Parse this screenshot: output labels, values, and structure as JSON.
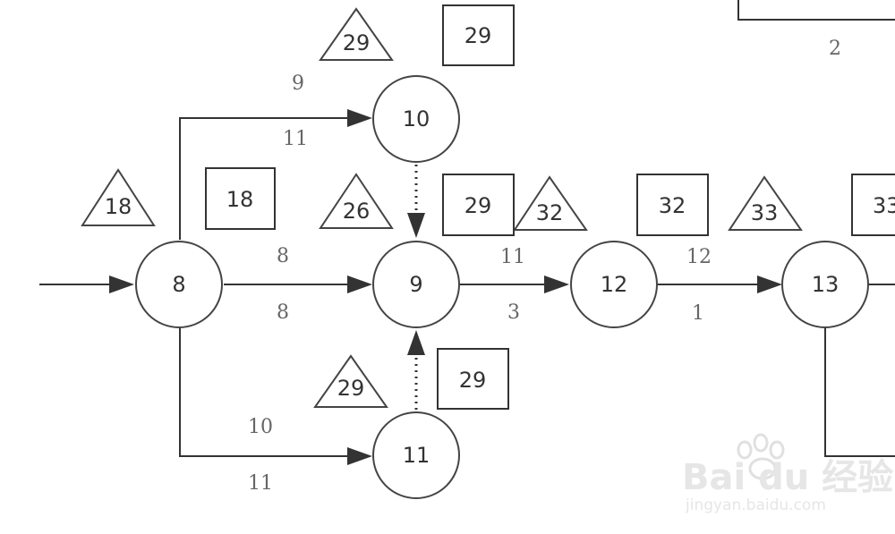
{
  "nodes": {
    "n8": "8",
    "n9": "9",
    "n10": "10",
    "n11": "11",
    "n12": "12",
    "n13": "13"
  },
  "earliest_times": {
    "t8": "18",
    "t10": "29",
    "t9": "26",
    "t11": "29",
    "t12": "32",
    "t13": "33"
  },
  "latest_times": {
    "b8": "18",
    "b10": "29",
    "b9": "29",
    "b11": "29",
    "b12": "32",
    "b13": "33"
  },
  "edge_labels": {
    "e8_10_upper": "9",
    "e8_10_lower": "11",
    "e8_9_upper": "8",
    "e8_9_lower": "8",
    "e8_11_upper": "10",
    "e8_11_lower": "11",
    "e9_12_upper": "11",
    "e9_12_lower": "3",
    "e12_13_upper": "12",
    "e12_13_lower": "1",
    "top_right": "2"
  },
  "watermark": {
    "brand": "Bai du 经验",
    "url": "jingyan.baidu.com"
  },
  "colors": {
    "line": "#333333",
    "fill": "#ffffff",
    "watermark": "#e6e6e6"
  }
}
